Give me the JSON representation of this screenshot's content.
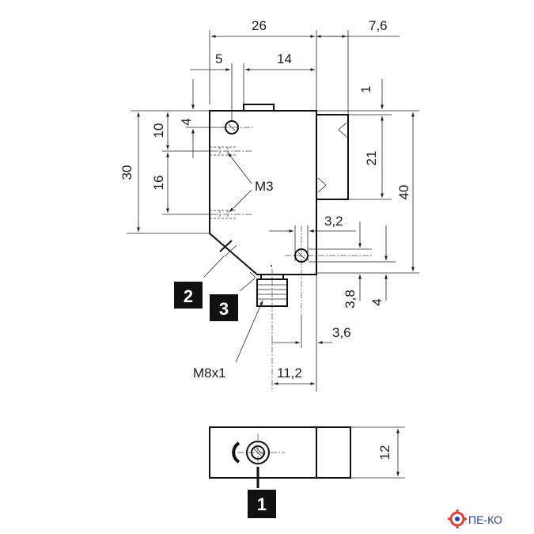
{
  "dimensions": {
    "width_26": "26",
    "width_7_6": "7,6",
    "offset_5": "5",
    "offset_14": "14",
    "offset_1": "1",
    "offset_4": "4",
    "offset_10": "10",
    "height_30": "30",
    "height_16": "16",
    "height_21": "21",
    "height_40": "40",
    "offset_3_2": "3,2",
    "offset_3_8": "3,8",
    "offset_4_lower": "4",
    "offset_3_6": "3,6",
    "width_11_2": "11,2",
    "depth_12": "12"
  },
  "labels": {
    "thread_m3": "M3",
    "connector_m8": "M8x1"
  },
  "callouts": {
    "c1": "1",
    "c2": "2",
    "c3": "3"
  },
  "logo": {
    "text": "ПЕ-КО",
    "color": "#2a3f9e",
    "gear_color": "#d9443a"
  }
}
